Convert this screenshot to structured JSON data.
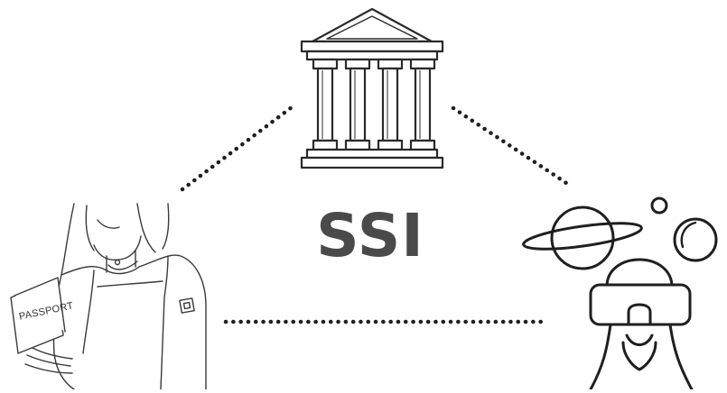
{
  "diagram": {
    "center_label": "SSI",
    "passport_text": "PASSPORT",
    "colors": {
      "ink": "#1f1f1f",
      "sketch": "#3a3a3a",
      "label": "#4a4a4a",
      "background": "#ffffff"
    },
    "nodes": [
      {
        "id": "issuer",
        "icon": "government-building-icon"
      },
      {
        "id": "holder",
        "icon": "person-with-passport-icon"
      },
      {
        "id": "verifier",
        "icon": "metaverse-vr-user-icon"
      }
    ],
    "connections": [
      {
        "from": "holder",
        "to": "issuer",
        "style": "dotted"
      },
      {
        "from": "issuer",
        "to": "verifier",
        "style": "dotted"
      },
      {
        "from": "holder",
        "to": "verifier",
        "style": "dotted"
      }
    ]
  }
}
